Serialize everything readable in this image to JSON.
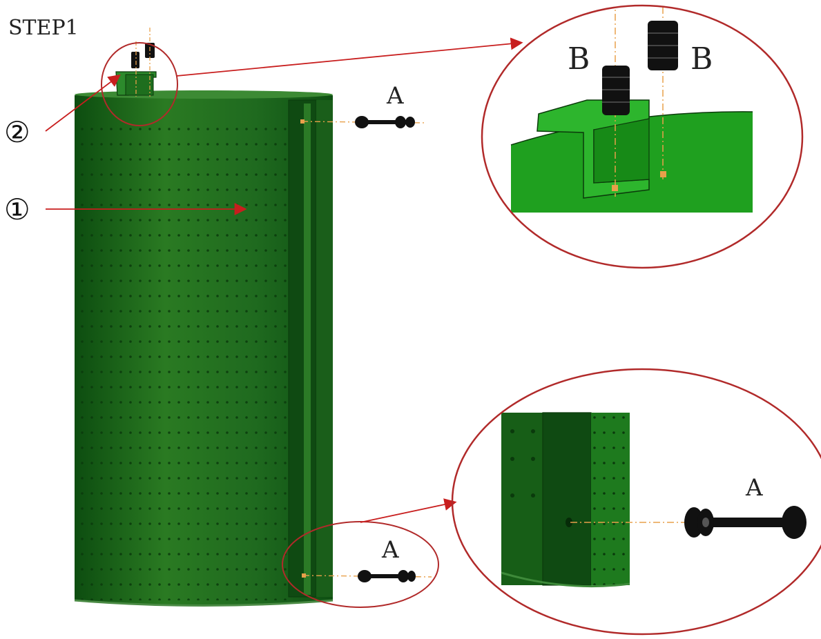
{
  "step_label": "STEP1",
  "callouts": {
    "tank_number": "①",
    "bracket_number": "②"
  },
  "part_labels": {
    "bolt_a_main": "A",
    "bolt_b_left": "B",
    "bolt_b_right": "B",
    "bolt_a_detail_small": "A",
    "bolt_a_detail_large": "A"
  },
  "colors": {
    "tank_green": "#1f6a1f",
    "tank_dark": "#0f4a12",
    "callout_red": "#c81e1e",
    "guide_orange": "#e8a04a",
    "hardware_black": "#111111"
  },
  "icons": [
    "tank",
    "mounting-bracket",
    "bolt-a",
    "bolt-b",
    "magnifier-circle"
  ]
}
